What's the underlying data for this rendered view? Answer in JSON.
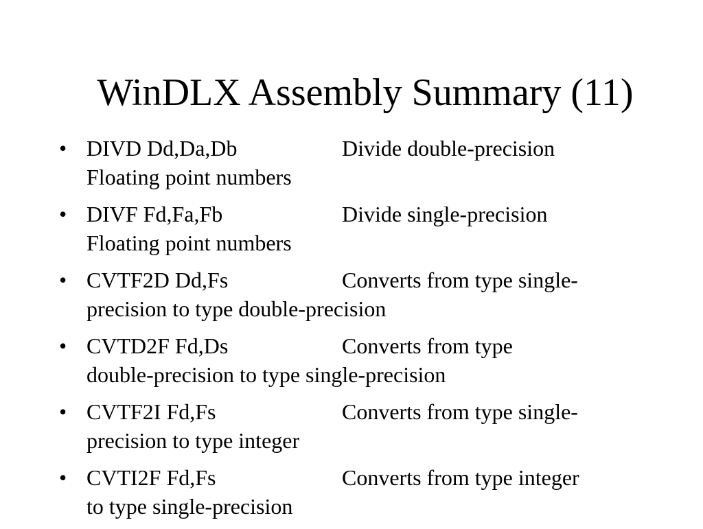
{
  "slide": {
    "title": "WinDLX Assembly Summary (11)",
    "bullet_symbol": "•",
    "items": [
      {
        "instruction": "DIVD Dd,Da,Db",
        "desc_first": "Divide double-precision",
        "desc_rest": "Floating point numbers"
      },
      {
        "instruction": "DIVF Fd,Fa,Fb",
        "desc_first": "Divide single-precision",
        "desc_rest": "Floating point numbers"
      },
      {
        "instruction": "CVTF2D Dd,Fs",
        "desc_first": "Converts from type single-",
        "desc_rest": "precision to type double-precision"
      },
      {
        "instruction": "CVTD2F Fd,Ds",
        "desc_first": "Converts from type",
        "desc_rest": "double-precision to type single-precision"
      },
      {
        "instruction": "CVTF2I Fd,Fs",
        "desc_first": "Converts from type single-",
        "desc_rest": "precision to type integer"
      },
      {
        "instruction": "CVTI2F Fd,Fs",
        "desc_first": "Converts from type integer",
        "desc_rest": "to type single-precision"
      }
    ]
  }
}
